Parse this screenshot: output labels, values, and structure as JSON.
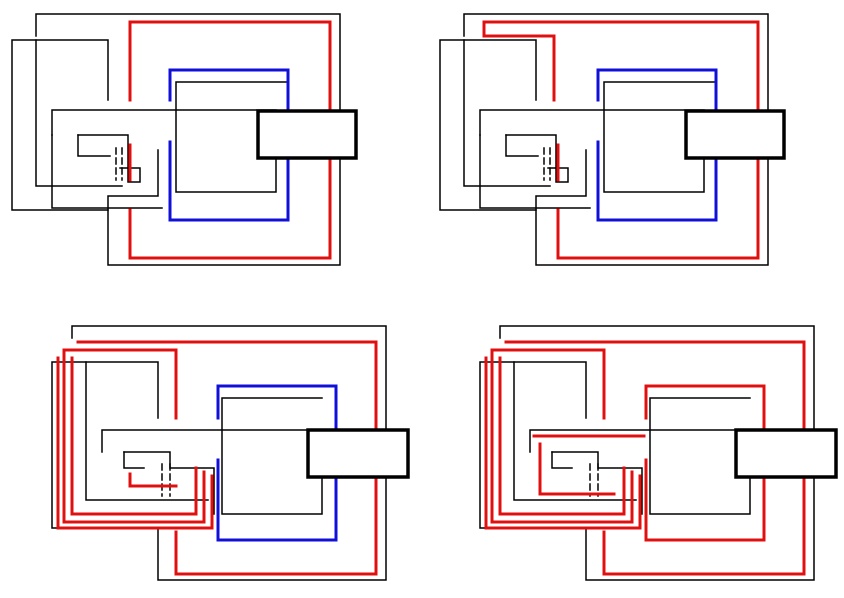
{
  "figure": {
    "panels": [
      {
        "id": "panel-1",
        "variant": "base"
      },
      {
        "id": "panel-2",
        "variant": "red-top-loop"
      },
      {
        "id": "panel-3",
        "variant": "red-triple-outer"
      },
      {
        "id": "panel-4",
        "variant": "red-triple-inner"
      }
    ]
  },
  "colors": {
    "black": "#000000",
    "red": "#e01010",
    "blue": "#1010d8",
    "background": "#ffffff"
  }
}
